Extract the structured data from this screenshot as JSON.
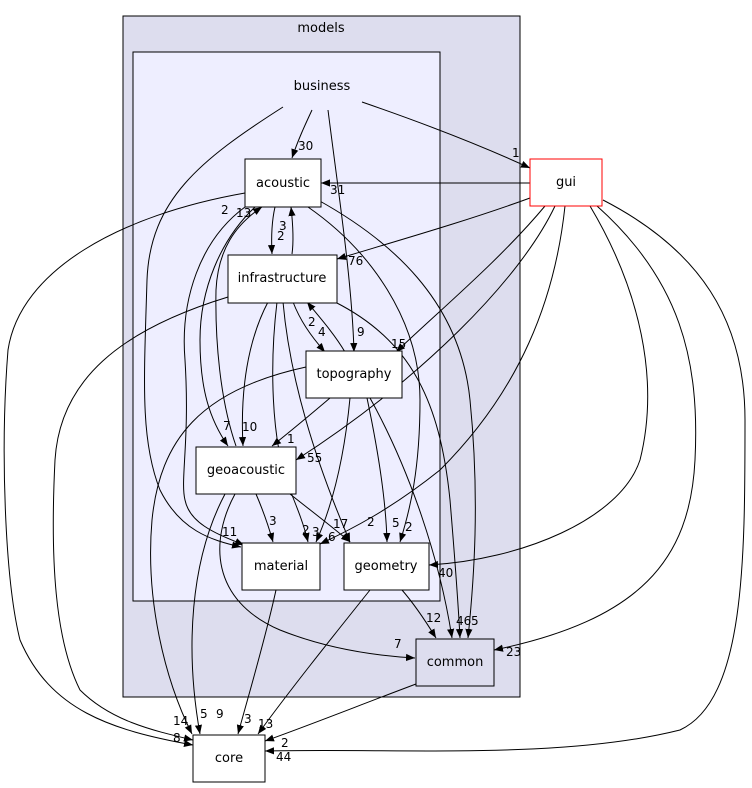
{
  "clusters": {
    "models": "models",
    "business": "business"
  },
  "nodes": {
    "acoustic": "acoustic",
    "infrastructure": "infrastructure",
    "topography": "topography",
    "geoacoustic": "geoacoustic",
    "material": "material",
    "geometry": "geometry",
    "common": "common",
    "gui": "gui",
    "core": "core"
  },
  "edge_labels": {
    "business_acoustic": "30",
    "business_gui": "1",
    "gui_acoustic": "31",
    "acoustic_geoacoustic": "2",
    "geoacoustic_acoustic": "13",
    "acoustic_infrastructure": "3",
    "infrastructure_acoustic": "2",
    "gui_infrastructure": "76",
    "infrastructure_topography": "4",
    "topography_infrastructure": "2",
    "business_topography": "9",
    "gui_topography": "15",
    "infrastructure_geoacoustic": "10",
    "acoustic_geoacoustic_b": "7",
    "topography_geoacoustic": "1",
    "gui_geoacoustic": "55",
    "business_material": "11",
    "geoacoustic_material": "3",
    "infrastructure_material": "2",
    "topography_material": "3",
    "gui_material": "6",
    "geoacoustic_geometry": "17",
    "infrastructure_geometry": "2",
    "topography_geometry": "5",
    "acoustic_geometry": "2",
    "gui_geometry": "40",
    "geometry_common": "12",
    "geoacoustic_common": "7",
    "infrastructure_common": "46",
    "acoustic_common": "5",
    "gui_common": "23",
    "acoustic_core": "8",
    "infrastructure_core": "14",
    "topography_core": "5",
    "geoacoustic_core": "9",
    "material_core": "3",
    "geometry_core": "13",
    "common_core": "2",
    "gui_core": "44"
  },
  "colors": {
    "models_fill": "#ddddee",
    "business_fill": "#eeeeff",
    "gui_border": "#ff0000",
    "common_fill": "#ddddee"
  }
}
